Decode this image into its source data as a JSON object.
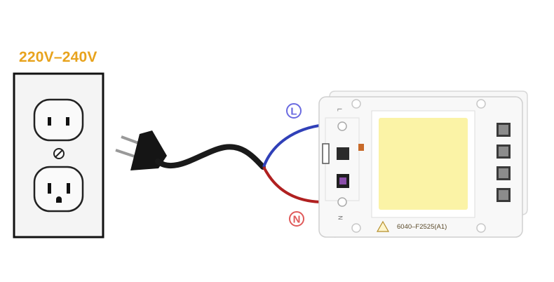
{
  "voltage_label": "220V–240V",
  "terminal_labels": {
    "live": "L",
    "neutral": "N"
  },
  "board": {
    "part_number": "6040–F2525(A1)",
    "silk_l": "L",
    "silk_n": "N"
  },
  "colors": {
    "voltage_text": "#e8a31d",
    "live_wire": "#3040b8",
    "neutral_wire": "#b02020",
    "cable": "#1a1a1a",
    "led": "#fbf3a6",
    "live_badge": "#6a6ae0",
    "neutral_badge": "#e05a5a"
  }
}
